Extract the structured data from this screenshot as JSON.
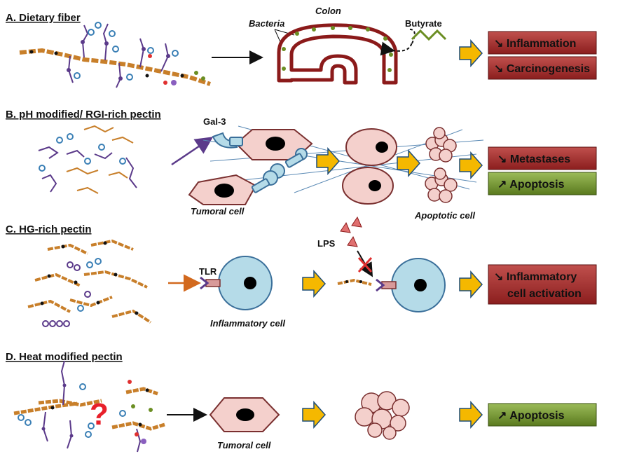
{
  "sections": {
    "a": {
      "title": "A. Dietary fiber",
      "colon": "Colon",
      "bacteria": "Bacteria",
      "butyrate": "Butyrate",
      "outcomes": [
        "↘ Inflammation",
        "↘ Carcinogenesis"
      ]
    },
    "b": {
      "title": "B. pH modified/ RGI-rich pectin",
      "gal3": "Gal-3",
      "tumoral_cell": "Tumoral cell",
      "apoptotic_cell": "Apoptotic cell",
      "outcomes": [
        "↘ Metastases",
        "↗ Apoptosis"
      ]
    },
    "c": {
      "title": "C. HG-rich pectin",
      "tlr": "TLR",
      "lps": "LPS",
      "inflammatory_cell": "Inflammatory cell",
      "outcomes": [
        "↘ Inflammatory",
        "cell activation"
      ]
    },
    "d": {
      "title": "D. Heat modified pectin",
      "question": "?",
      "tumoral_cell": "Tumoral cell",
      "outcomes": [
        "↗ Apoptosis"
      ]
    }
  },
  "colors": {
    "red_box": "#a52a2a",
    "green_box": "#6b8e23",
    "arrow_gold": "#f5b800",
    "cell_pink": "#f4d0cc",
    "cell_blue": "#b5dbe8",
    "colon_red": "#8b1a1a",
    "bacteria_green": "#6b8e23"
  }
}
